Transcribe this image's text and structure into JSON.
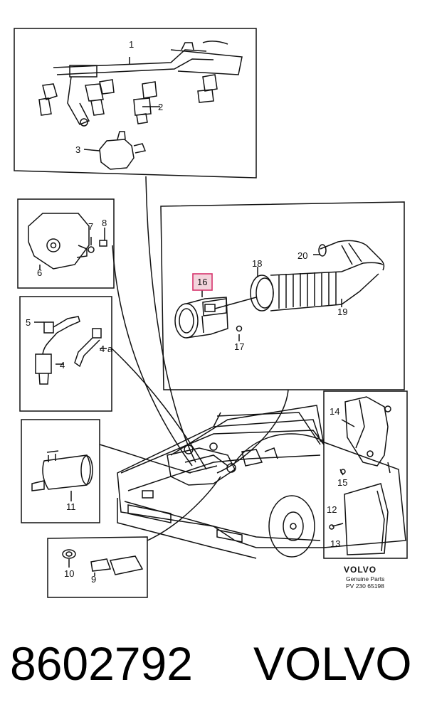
{
  "callouts": {
    "c1": "1",
    "c2": "2",
    "c3": "3",
    "c4": "4",
    "c4a": "4 a",
    "c5": "5",
    "c6": "6",
    "c7": "7",
    "c8": "8",
    "c9": "9",
    "c10": "10",
    "c11": "11",
    "c12": "12",
    "c13": "13",
    "c14": "14",
    "c15": "15",
    "c16": "16",
    "c17": "17",
    "c18": "18",
    "c19": "19",
    "c20": "20"
  },
  "brand_mark": {
    "logo": "VOLVO",
    "line1": "Genuine Parts",
    "line2": "PV 230 65198"
  },
  "footer": {
    "part_number": "8602792",
    "brand": "VOLVO"
  },
  "highlight_color": "#d6336c"
}
